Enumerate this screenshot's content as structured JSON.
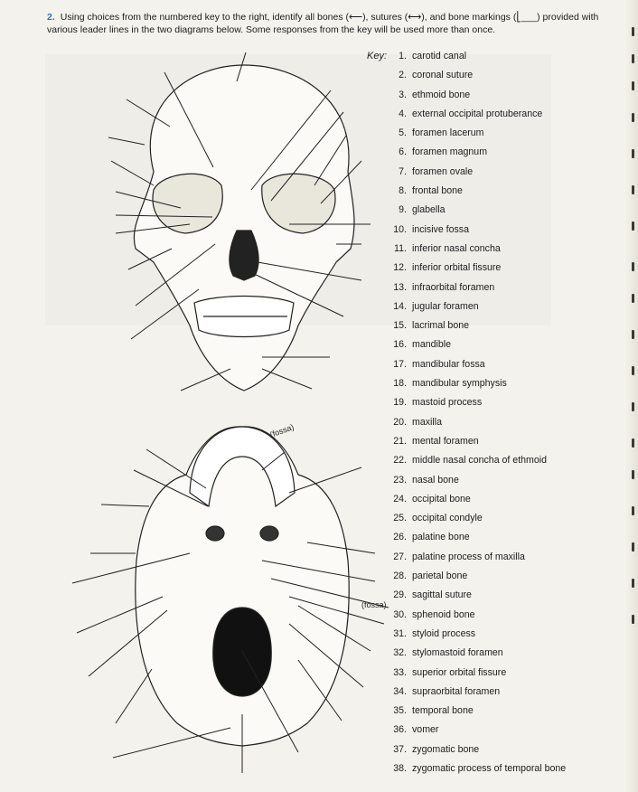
{
  "question": {
    "number": "2.",
    "text": "Using choices from the numbered key to the right, identify all bones (⟵), sutures (⟷), and bone markings (⎣___) provided with various leader lines in the two diagrams below. Some responses from the key will be used more than once."
  },
  "key": {
    "label": "Key:",
    "items": [
      {
        "n": "1.",
        "label": "carotid canal"
      },
      {
        "n": "2.",
        "label": "coronal suture"
      },
      {
        "n": "3.",
        "label": "ethmoid bone"
      },
      {
        "n": "4.",
        "label": "external occipital protuberance"
      },
      {
        "n": "5.",
        "label": "foramen lacerum"
      },
      {
        "n": "6.",
        "label": "foramen magnum"
      },
      {
        "n": "7.",
        "label": "foramen ovale"
      },
      {
        "n": "8.",
        "label": "frontal bone"
      },
      {
        "n": "9.",
        "label": "glabella"
      },
      {
        "n": "10.",
        "label": "incisive fossa"
      },
      {
        "n": "11.",
        "label": "inferior nasal concha"
      },
      {
        "n": "12.",
        "label": "inferior orbital fissure"
      },
      {
        "n": "13.",
        "label": "infraorbital foramen"
      },
      {
        "n": "14.",
        "label": "jugular foramen"
      },
      {
        "n": "15.",
        "label": "lacrimal bone"
      },
      {
        "n": "16.",
        "label": "mandible"
      },
      {
        "n": "17.",
        "label": "mandibular fossa"
      },
      {
        "n": "18.",
        "label": "mandibular symphysis"
      },
      {
        "n": "19.",
        "label": "mastoid process"
      },
      {
        "n": "20.",
        "label": "maxilla"
      },
      {
        "n": "21.",
        "label": "mental foramen"
      },
      {
        "n": "22.",
        "label": "middle nasal concha of ethmoid"
      },
      {
        "n": "23.",
        "label": "nasal bone"
      },
      {
        "n": "24.",
        "label": "occipital bone"
      },
      {
        "n": "25.",
        "label": "occipital condyle"
      },
      {
        "n": "26.",
        "label": "palatine bone"
      },
      {
        "n": "27.",
        "label": "palatine process of maxilla"
      },
      {
        "n": "28.",
        "label": "parietal bone"
      },
      {
        "n": "29.",
        "label": "sagittal suture"
      },
      {
        "n": "30.",
        "label": "sphenoid bone"
      },
      {
        "n": "31.",
        "label": "styloid process"
      },
      {
        "n": "32.",
        "label": "stylomastoid foramen"
      },
      {
        "n": "33.",
        "label": "superior orbital fissure"
      },
      {
        "n": "34.",
        "label": "supraorbital foramen"
      },
      {
        "n": "35.",
        "label": "temporal bone"
      },
      {
        "n": "36.",
        "label": "vomer"
      },
      {
        "n": "37.",
        "label": "zygomatic bone"
      },
      {
        "n": "38.",
        "label": "zygomatic process of temporal bone"
      }
    ]
  },
  "diagram_labels": {
    "fossa_top": "(fossa)",
    "fossa_side": "(fossa)"
  },
  "colors": {
    "accent": "#3b6fb6"
  }
}
